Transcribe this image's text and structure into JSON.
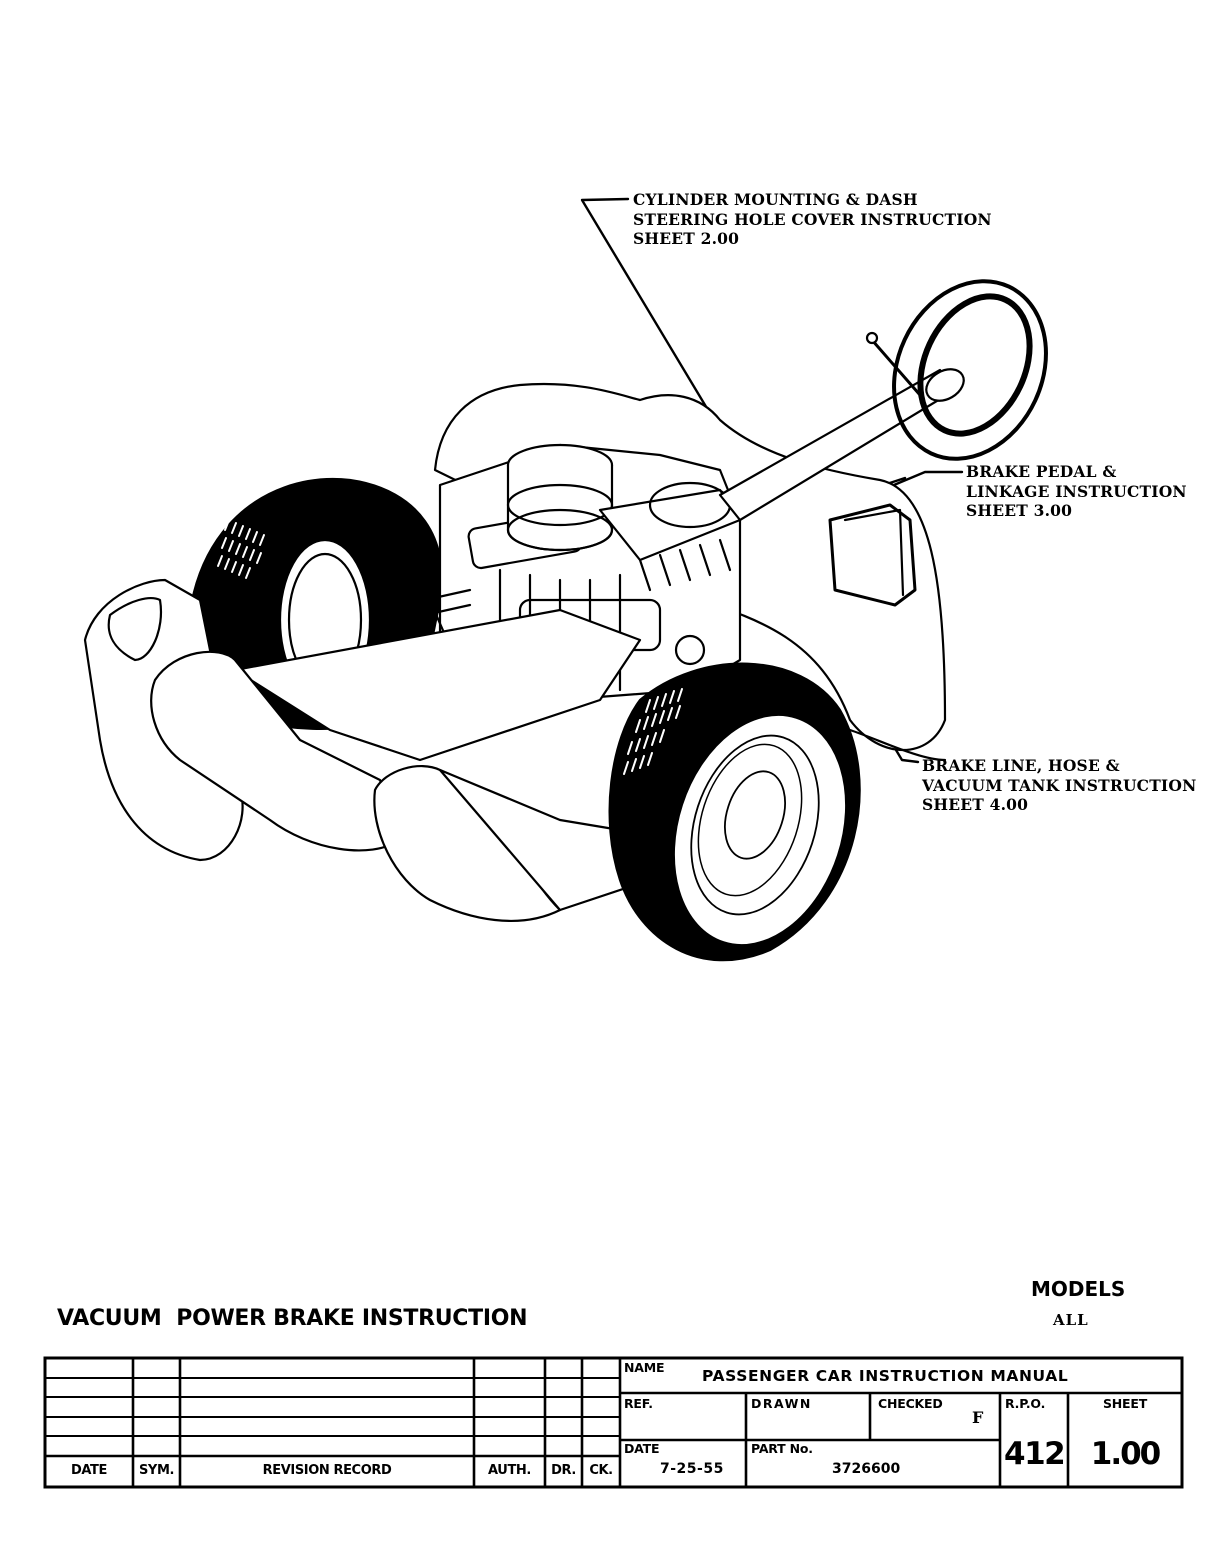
{
  "callouts": [
    {
      "id": "cylinder-mounting",
      "lines": [
        "CYLINDER MOUNTING & DASH",
        "STEERING HOLE COVER INSTRUCTION",
        "SHEET 2.00"
      ]
    },
    {
      "id": "brake-pedal",
      "lines": [
        "BRAKE PEDAL &",
        "LINKAGE INSTRUCTION",
        "SHEET 3.00"
      ]
    },
    {
      "id": "brake-line",
      "lines": [
        "BRAKE LINE, HOSE &",
        "VACUUM TANK INSTRUCTION",
        "SHEET 4.00"
      ]
    }
  ],
  "document": {
    "title": "VACUUM  POWER BRAKE INSTRUCTION",
    "models_label": "MODELS",
    "models_value": "ALL"
  },
  "revision_record": {
    "headers": [
      "DATE",
      "SYM.",
      "REVISION RECORD",
      "AUTH.",
      "DR.",
      "CK."
    ],
    "rows": [
      [
        "",
        "",
        "",
        "",
        "",
        ""
      ],
      [
        "",
        "",
        "",
        "",
        "",
        ""
      ],
      [
        "",
        "",
        "",
        "",
        "",
        ""
      ],
      [
        "",
        "",
        "",
        "",
        "",
        ""
      ],
      [
        "",
        "",
        "",
        "",
        "",
        ""
      ]
    ]
  },
  "title_block": {
    "name_label": "NAME",
    "name_value": "PASSENGER CAR INSTRUCTION MANUAL",
    "ref_label": "REF.",
    "ref_value": "",
    "drawn_label": "DRAWN",
    "drawn_value": "",
    "checked_label": "CHECKED",
    "checked_value": "F",
    "date_label": "DATE",
    "date_value": "7-25-55",
    "part_label": "PART No.",
    "part_value": "3726600",
    "rpo_label": "R.P.O.",
    "rpo_value": "412",
    "sheet_label": "SHEET",
    "sheet_value": "1.00"
  }
}
